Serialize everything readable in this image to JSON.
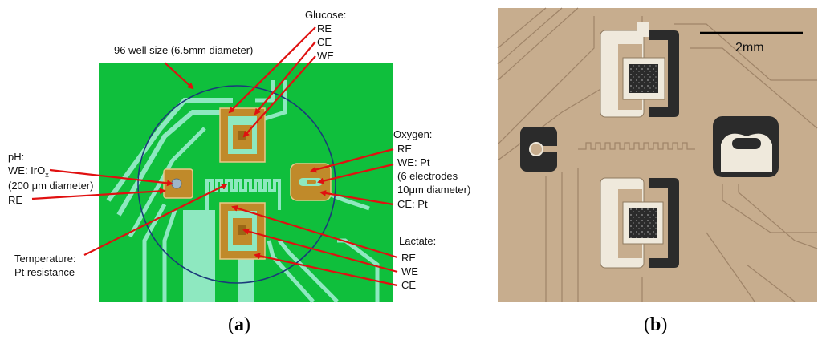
{
  "colors": {
    "pcb_green": "#0fbf3c",
    "trace": "#8ee8c0",
    "gold": "#c08a2a",
    "arrow": "#e01010",
    "well_circle": "#1a3a7a",
    "photo_bg": "#c7ad8e",
    "photo_dark": "#2b2b2b",
    "photo_light": "#efe9dc"
  },
  "panel_a": {
    "caption_letter": "a",
    "well_label": "96 well size (6.5mm diameter)",
    "glucose": {
      "title": "Glucose:",
      "lines": [
        "RE",
        "CE",
        "WE"
      ]
    },
    "ph": {
      "title": "pH:",
      "we_prefix": "WE: IrO",
      "we_sub": "x",
      "diameter": "(200 μm diameter)",
      "re": "RE"
    },
    "oxygen": {
      "title": "Oxygen:",
      "lines": [
        "RE",
        "WE: Pt",
        "(6 electrodes",
        "10μm diameter)",
        "CE: Pt"
      ]
    },
    "temperature": {
      "lines": [
        "Temperature:",
        "Pt resistance"
      ]
    },
    "lactate": {
      "title": "Lactate:",
      "lines": [
        "RE",
        "WE",
        "CE"
      ]
    }
  },
  "panel_b": {
    "caption_letter": "b",
    "scale_label": "2mm"
  }
}
